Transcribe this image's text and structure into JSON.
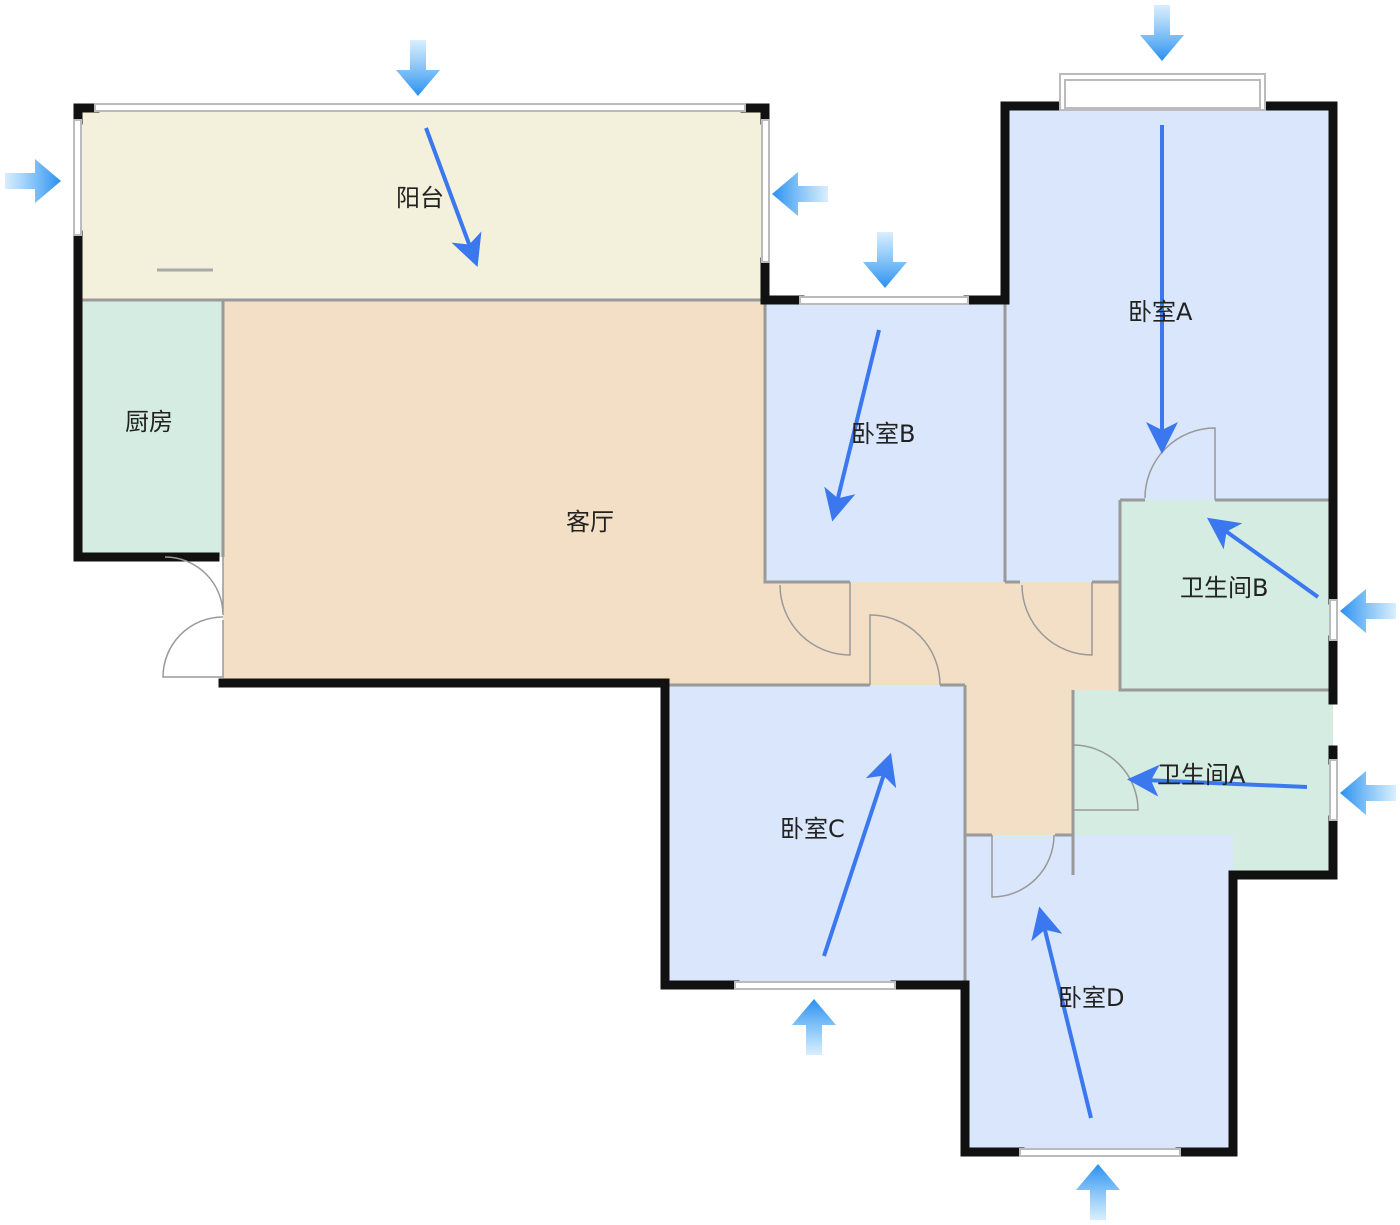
{
  "title": "户型图",
  "colors": {
    "balcony": "#f3f0dc",
    "kitchen": "#d5ece2",
    "living": "#f2dfc6",
    "bedroom": "#dae6fb",
    "bathroom": "#d5ece2",
    "wall": "#111111",
    "arrow": "#3b78f0"
  },
  "rooms": {
    "balcony": "阳台",
    "kitchen": "厨房",
    "living": "客厅",
    "bedroom_a": "卧室A",
    "bedroom_b": "卧室B",
    "bedroom_c": "卧室C",
    "bedroom_d": "卧室D",
    "bathroom_a": "卫生间A",
    "bathroom_b": "卫生间B"
  }
}
